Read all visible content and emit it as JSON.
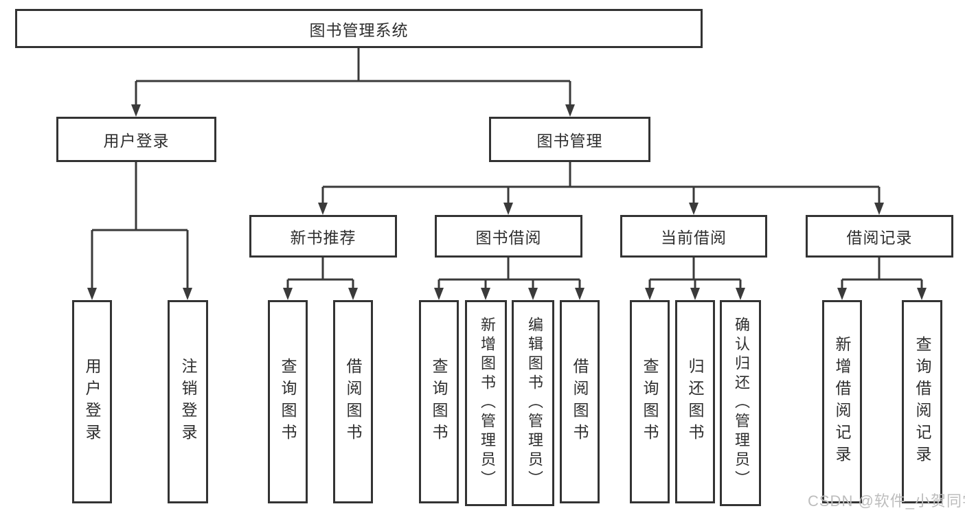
{
  "tree": {
    "root": {
      "label": "图书管理系统"
    },
    "branches": [
      {
        "label": "用户登录",
        "children": [
          {
            "label": "用户登录"
          },
          {
            "label": "注销登录"
          }
        ]
      },
      {
        "label": "图书管理",
        "children": [
          {
            "label": "新书推荐",
            "children": [
              {
                "label": "查询图书"
              },
              {
                "label": "借阅图书"
              }
            ]
          },
          {
            "label": "图书借阅",
            "children": [
              {
                "label": "查询图书"
              },
              {
                "label": "新增图书（管理员）"
              },
              {
                "label": "编辑图书（管理员）"
              },
              {
                "label": "借阅图书"
              }
            ]
          },
          {
            "label": "当前借阅",
            "children": [
              {
                "label": "查询图书"
              },
              {
                "label": "归还图书"
              },
              {
                "label": "确认归还（管理员）"
              }
            ]
          },
          {
            "label": "借阅记录",
            "children": [
              {
                "label": "新增借阅记录"
              },
              {
                "label": "查询借阅记录"
              }
            ]
          }
        ]
      }
    ]
  },
  "watermark": "CSDN @软件_小贺同学",
  "colors": {
    "line": "#3a3a3a",
    "box_border": "#333333",
    "text": "#2e2e2e",
    "watermark": "#bdbdbd",
    "background": "#ffffff"
  }
}
